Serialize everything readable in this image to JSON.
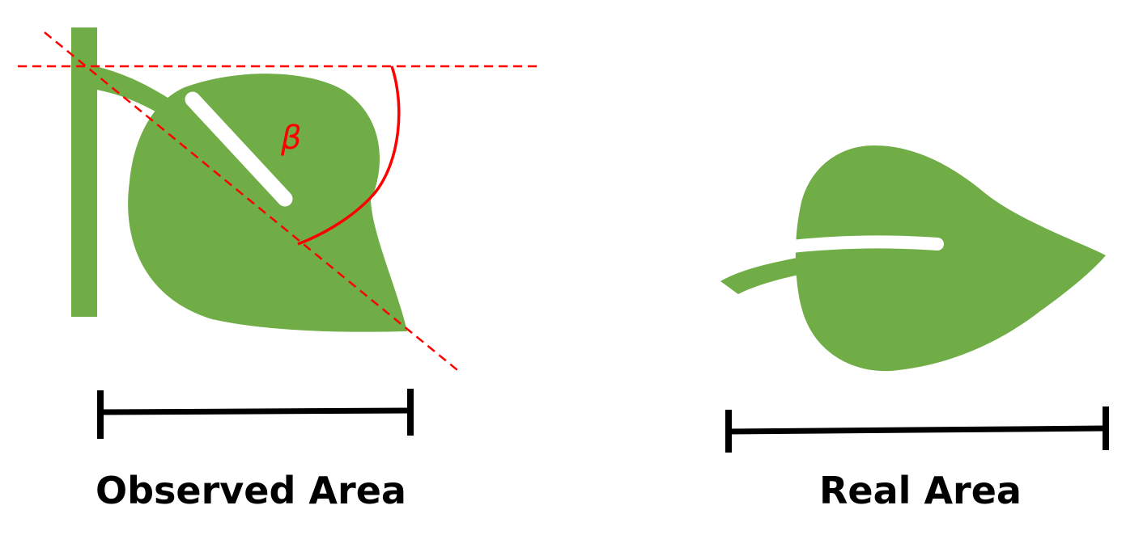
{
  "colors": {
    "leaf": "#70ad47",
    "angle": "#ff0000",
    "scale_bar": "#000000",
    "background": "#ffffff"
  },
  "angle_label": "β",
  "captions": {
    "observed": "Observed Area",
    "real": "Real Area"
  }
}
